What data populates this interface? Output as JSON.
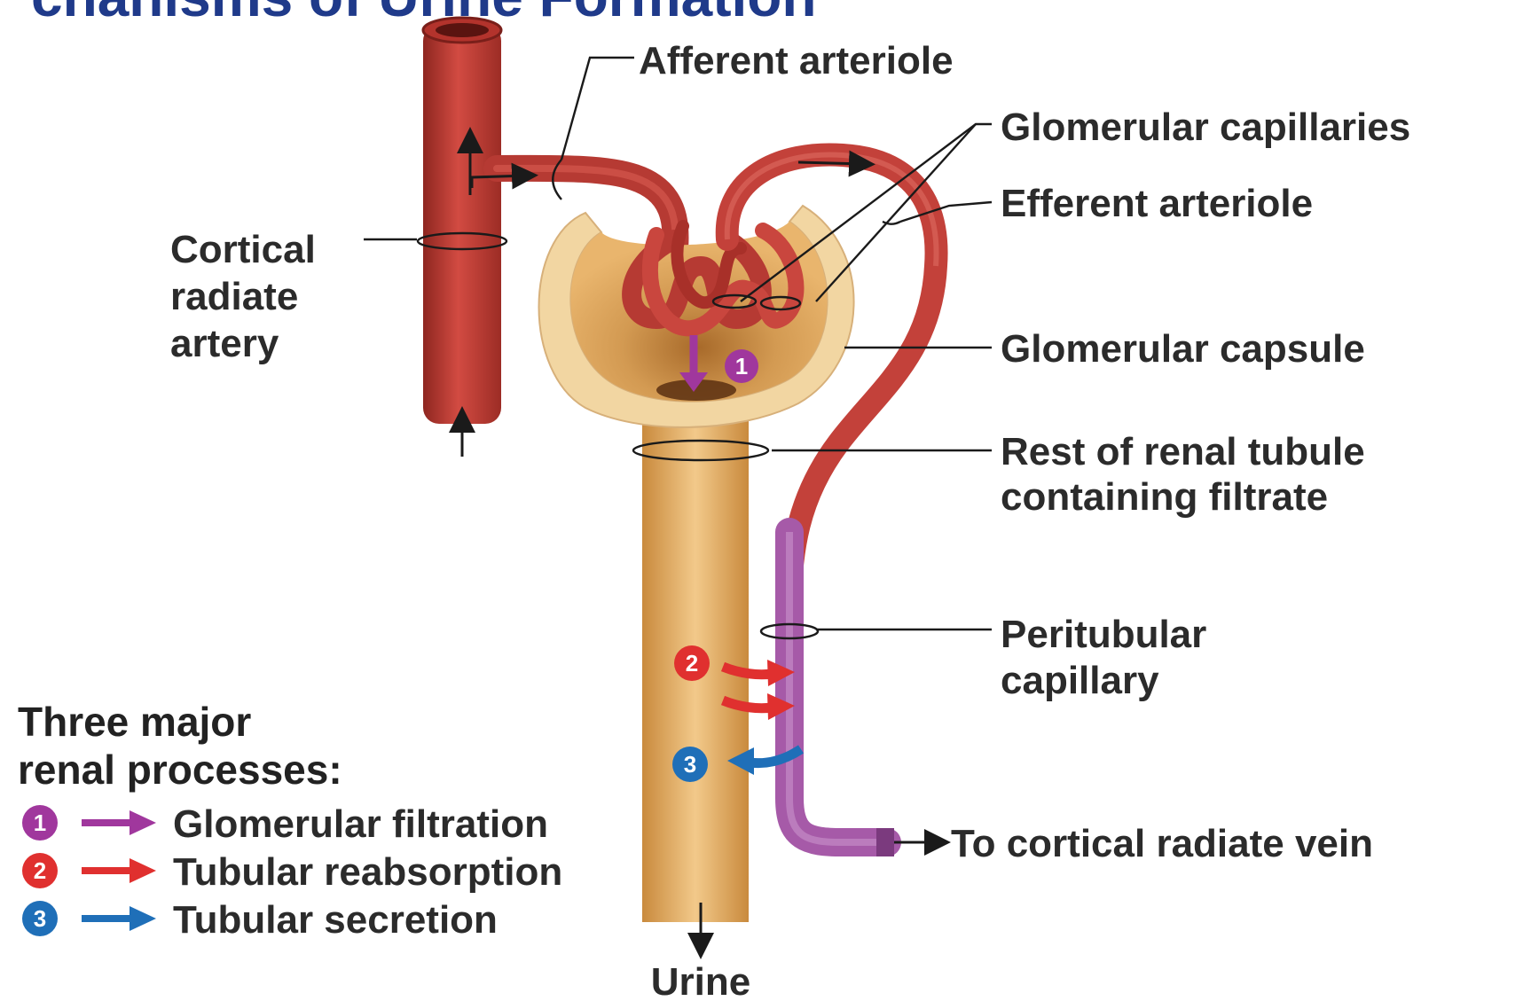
{
  "title": "chanisms of Urine Formation",
  "labels": {
    "afferent_arteriole": "Afferent arteriole",
    "glomerular_capillaries": "Glomerular capillaries",
    "efferent_arteriole": "Efferent arteriole",
    "cortical_radiate_artery": [
      "Cortical",
      "radiate",
      "artery"
    ],
    "glomerular_capsule": "Glomerular capsule",
    "rest_of_tubule": [
      "Rest of renal tubule",
      "containing filtrate"
    ],
    "peritubular_capillary": [
      "Peritubular",
      "capillary"
    ],
    "to_vein": "To cortical radiate vein",
    "urine": "Urine"
  },
  "legend": {
    "heading": [
      "Three major",
      "renal processes:"
    ],
    "items": [
      {
        "number": "1",
        "label": "Glomerular filtration",
        "color": "#a0379d"
      },
      {
        "number": "2",
        "label": "Tubular reabsorption",
        "color": "#e0302f"
      },
      {
        "number": "3",
        "label": "Tubular secretion",
        "color": "#1f6fb8"
      }
    ]
  },
  "markers": {
    "filtration": "1",
    "reabsorption": "2",
    "secretion": "3"
  },
  "colors": {
    "vessel": "#c8413a",
    "vessel_dark": "#8e2620",
    "tubule": "#e7b66e",
    "capsule_rim": "#f3d9a8",
    "peritubular": "#a65aa8",
    "filtration": "#a0379d",
    "reabsorption": "#e0302f",
    "secretion": "#1f6fb8"
  }
}
